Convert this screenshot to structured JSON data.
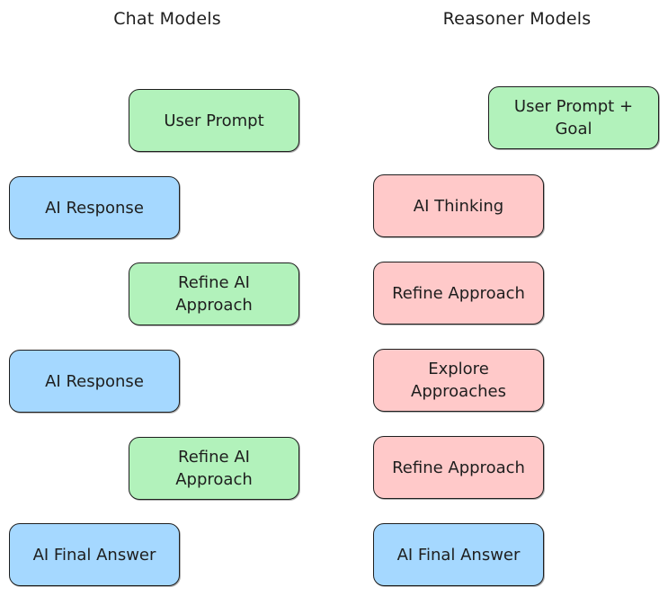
{
  "columns": {
    "chat": {
      "title": "Chat Models",
      "steps": [
        {
          "label": "User Prompt",
          "role": "user",
          "color": "#b2f2bb"
        },
        {
          "label": "AI Response",
          "role": "ai",
          "color": "#a5d8ff"
        },
        {
          "label": "Refine AI\nApproach",
          "role": "user",
          "color": "#b2f2bb"
        },
        {
          "label": "AI Response",
          "role": "ai",
          "color": "#a5d8ff"
        },
        {
          "label": "Refine AI\nApproach",
          "role": "user",
          "color": "#b2f2bb"
        },
        {
          "label": "AI Final Answer",
          "role": "ai",
          "color": "#a5d8ff"
        }
      ]
    },
    "reasoner": {
      "title": "Reasoner Models",
      "steps": [
        {
          "label": "User Prompt +\nGoal",
          "role": "user",
          "color": "#b2f2bb"
        },
        {
          "label": "AI Thinking",
          "role": "thinking",
          "color": "#ffc9c9"
        },
        {
          "label": "Refine Approach",
          "role": "thinking",
          "color": "#ffc9c9"
        },
        {
          "label": "Explore\nApproaches",
          "role": "thinking",
          "color": "#ffc9c9"
        },
        {
          "label": "Refine Approach",
          "role": "thinking",
          "color": "#ffc9c9"
        },
        {
          "label": "AI Final Answer",
          "role": "ai",
          "color": "#a5d8ff"
        }
      ]
    }
  }
}
